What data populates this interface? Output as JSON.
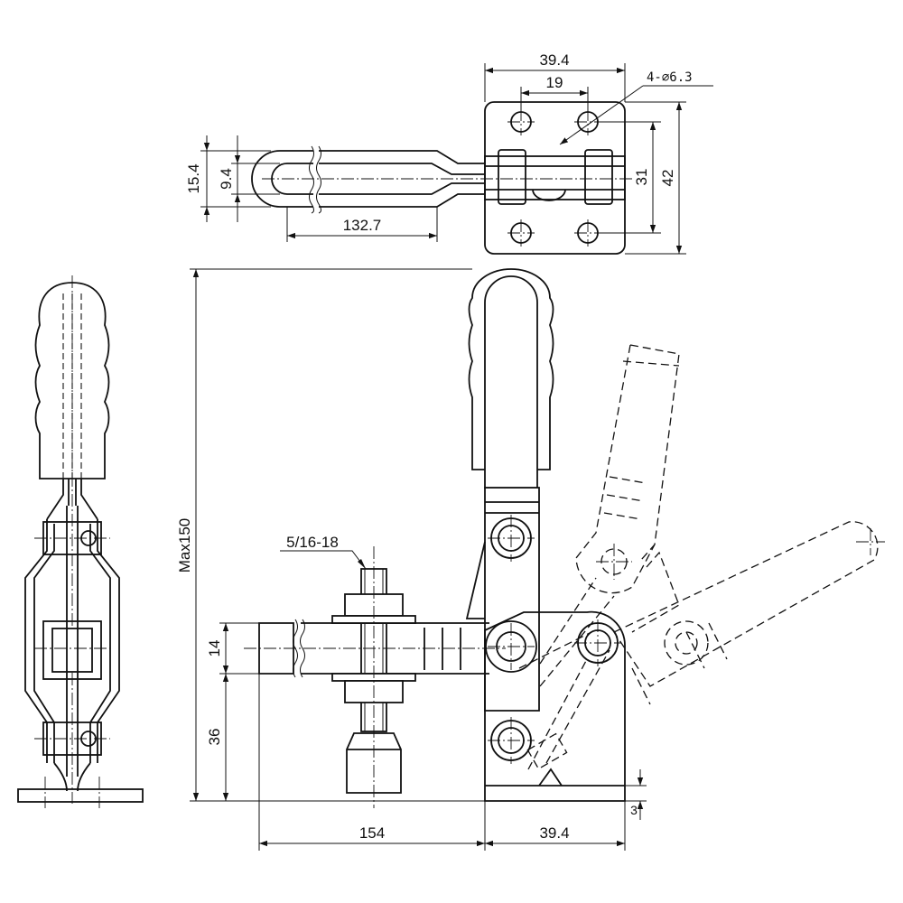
{
  "dimensions": {
    "top_width": "39.4",
    "hole_spacing_x": "19",
    "hole_callout": "4-⌀6.3",
    "handle_width": "15.4",
    "handle_inner": "9.4",
    "handle_length": "132.7",
    "hole_spacing_y": "31",
    "base_length": "42",
    "max_height": "Max150",
    "thread": "5/16-18",
    "bar_thickness": "14",
    "spindle_height": "36",
    "reach": "154",
    "base_width": "39.4",
    "base_thickness": "3"
  }
}
